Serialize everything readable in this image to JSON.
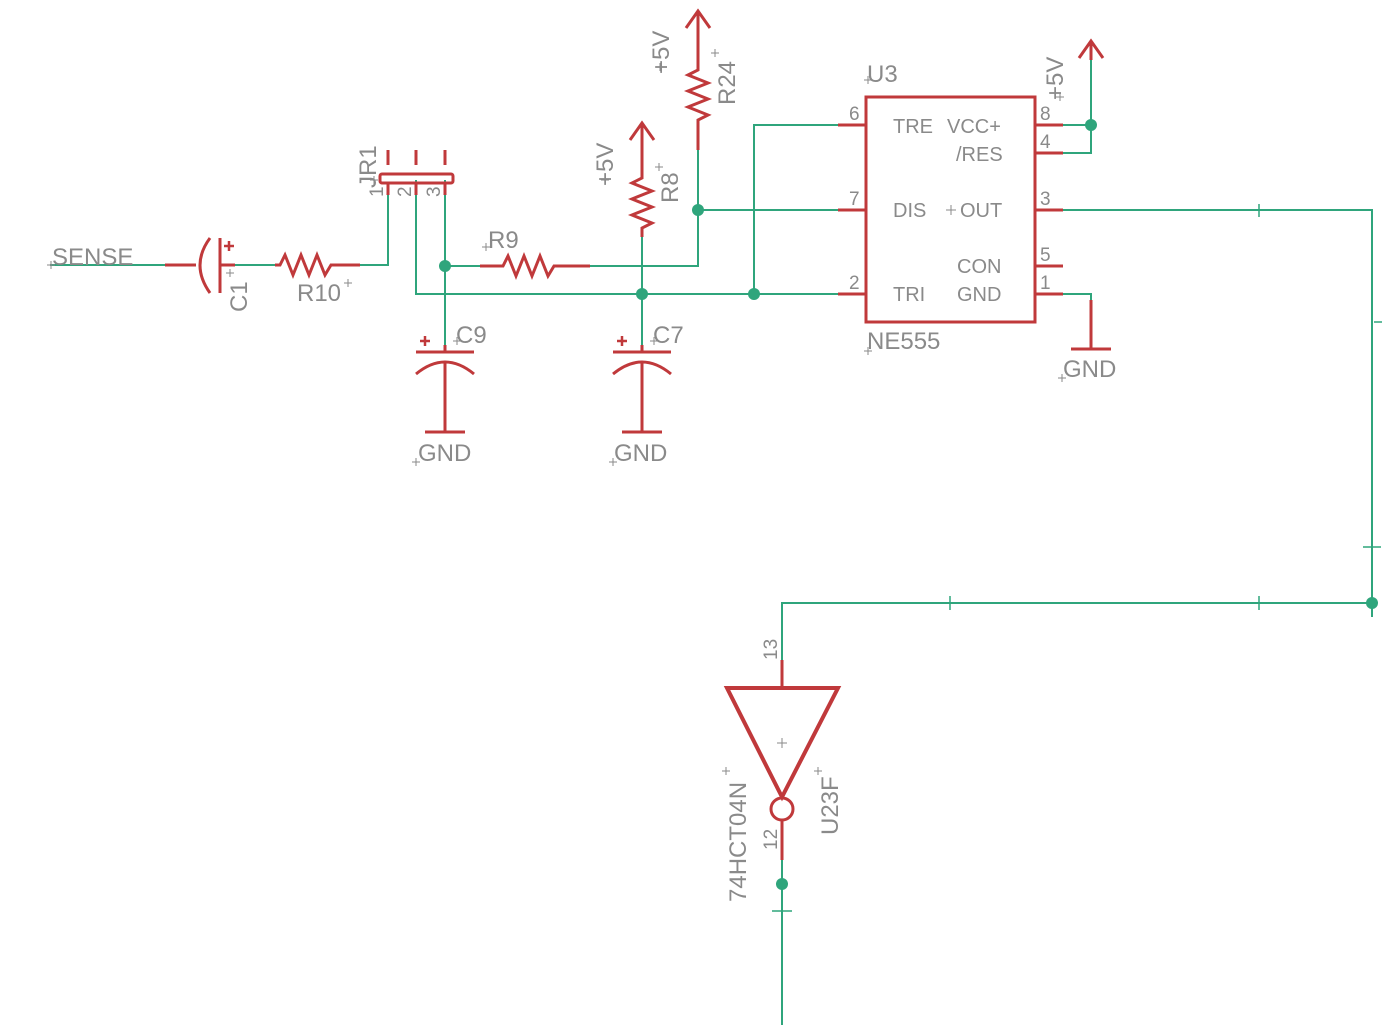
{
  "net_labels": {
    "sense": "SENSE",
    "vcc": "+5V",
    "gnd": "GND"
  },
  "parts": {
    "c1": "C1",
    "r10": "R10",
    "jr1": "JR1",
    "r9": "R9",
    "c9": "C9",
    "c7": "C7",
    "r8": "R8",
    "r24": "R24",
    "u3": "U3",
    "ne555": "NE555",
    "u23f": "U23F",
    "inverter_value": "74HCT04N"
  },
  "jr1_pins": [
    "1",
    "2",
    "3"
  ],
  "u3_pins": {
    "p6": "6",
    "p7": "7",
    "p2": "2",
    "p8": "8",
    "p4": "4",
    "p3": "3",
    "p5": "5",
    "p1": "1"
  },
  "u3_functions": {
    "tre": "TRE",
    "vcc": "VCC+",
    "res": "/RES",
    "dis": "DIS",
    "out": "OUT",
    "con": "CON",
    "tri": "TRI",
    "gnd": "GND"
  },
  "inverter_pins": {
    "in": "13",
    "out": "12"
  },
  "colors": {
    "wire": "#2fa57c",
    "symbol": "#c0393b",
    "label": "#8a8a8a",
    "background": "#ffffff"
  }
}
